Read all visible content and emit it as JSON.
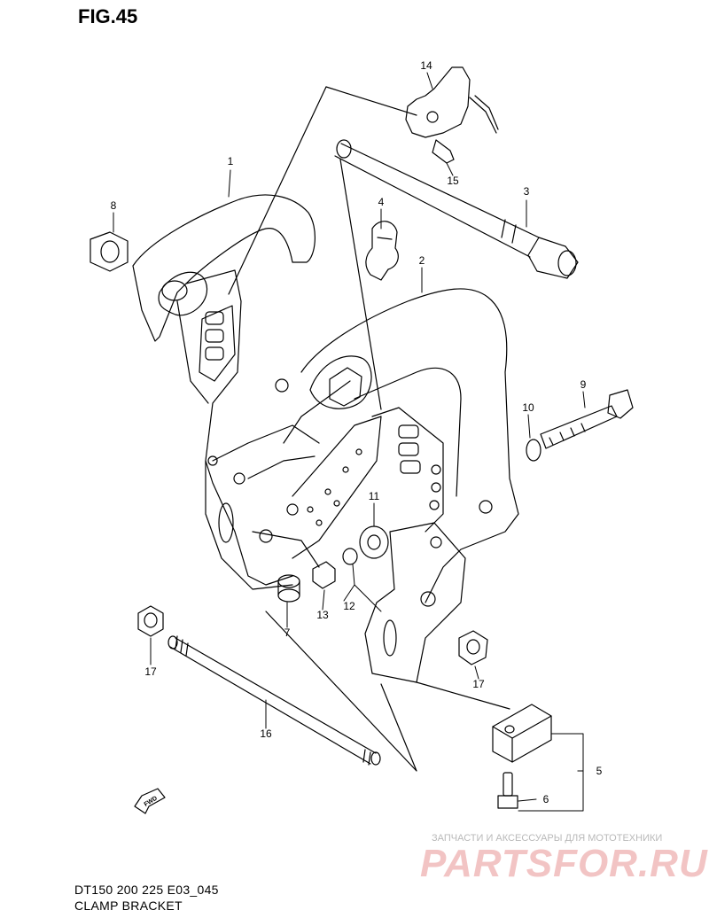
{
  "figure": {
    "title": "FIG.45"
  },
  "caption": {
    "model": "DT150 200 225 E03_045",
    "name": "CLAMP BRACKET"
  },
  "callouts": [
    "1",
    "2",
    "3",
    "4",
    "5",
    "6",
    "7",
    "8",
    "9",
    "10",
    "11",
    "12",
    "13",
    "14",
    "15",
    "16",
    "17",
    "17"
  ],
  "fwd_label": "FWD",
  "watermark": {
    "tagline": "ЗАПЧАСТИ И АКСЕССУАРЫ ДЛЯ МОТОТЕХНИКИ",
    "brand": "PARTSFOR.RU"
  }
}
